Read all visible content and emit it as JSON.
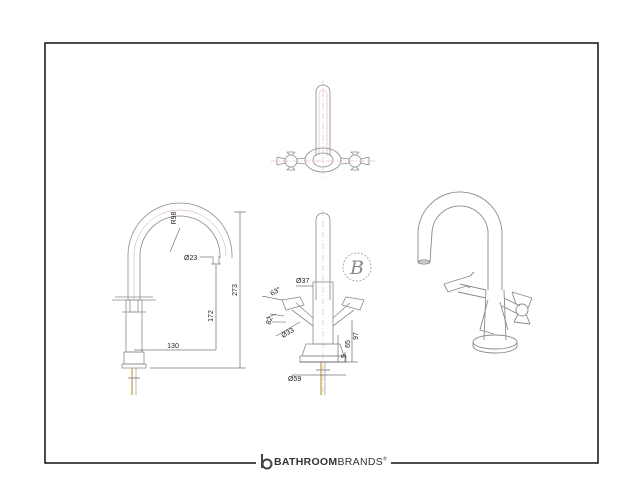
{
  "dimensions": {
    "spout_radius": "R98",
    "spout_dia": "Ø23",
    "total_height": "273",
    "spout_height": "172",
    "spout_reach": "130",
    "body_dia": "Ø37",
    "handle_dia": "Ø33",
    "handle_angle": "63°",
    "handle_width": "82",
    "dim_65": "65",
    "dim_97": "97",
    "dim_5": "5",
    "base_dia": "Ø59"
  },
  "monogram": "B",
  "brand": {
    "name_bold": "BATHROOM",
    "name_light": "BRANDS",
    "registered": "®",
    "logo_letter": "b"
  },
  "colors": {
    "frame": "#111111",
    "line": "#8a8a8a",
    "dim_line": "#333333",
    "centerline": "#c98a8a",
    "pipe": "#c9b26b",
    "brand_logo": "#444444"
  }
}
